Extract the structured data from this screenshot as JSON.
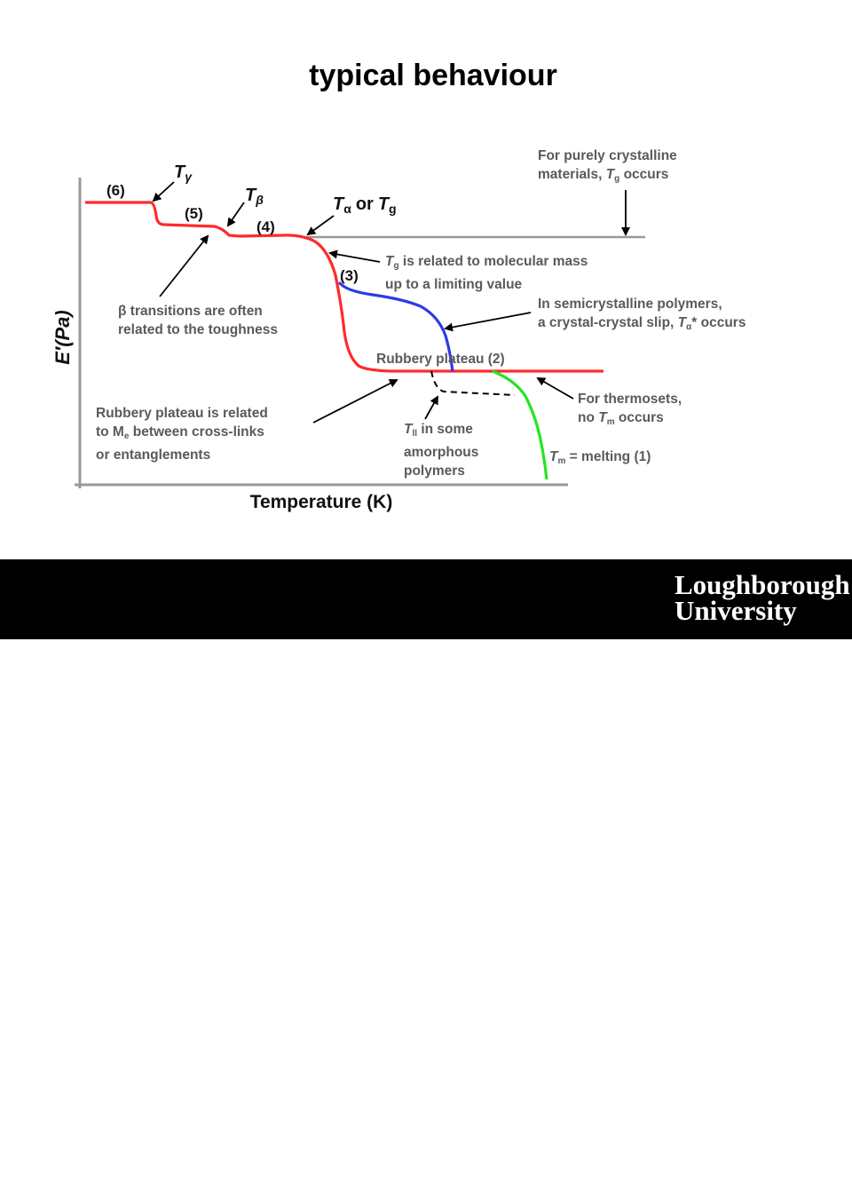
{
  "title": "typical behaviour",
  "axes": {
    "ylabel": "E′(Pa)",
    "xlabel": "Temperature (K)"
  },
  "figure_labels": {
    "t_gamma": "γ",
    "t_beta": "β",
    "t_alpha_or_tg": "or",
    "region_6": "(6)",
    "region_5": "(5)",
    "region_4": "(4)",
    "region_3": "(3)"
  },
  "annotations": {
    "crystalline_1": "For purely crystalline",
    "crystalline_2": "materials, ",
    "crystalline_3": " occurs",
    "tg_mass_1": " is related to molecular mass",
    "tg_mass_2": "up to a limiting value",
    "semicryst_1": "In semicrystalline polymers,",
    "semicryst_2": "a crystal-crystal slip, ",
    "semicryst_3": "* occurs",
    "beta_1": "transitions are often",
    "beta_2": "related to the toughness",
    "plateau_label": "Rubbery  plateau (2)",
    "plateau_me_1": "Rubbery plateau is related",
    "plateau_me_2": "to M",
    "plateau_me_3": " between cross-links",
    "plateau_me_4": "or entanglements",
    "thermosets_1": "For thermosets,",
    "thermosets_2": "no ",
    "thermosets_3": " occurs",
    "tll_1": " in some",
    "tll_2": "amorphous",
    "tll_3": "polymers",
    "tm_label": " = melting (1)"
  },
  "symbols": {
    "T": "T",
    "sub_g": "g",
    "sub_m": "m",
    "sub_e": "e",
    "sub_ll": "ll",
    "alpha": "α",
    "beta": "β"
  },
  "logo": {
    "line1": "Loughborough",
    "line2": "University"
  },
  "colors": {
    "red": "#ff2a2a",
    "blue": "#2d3ae6",
    "green": "#22e622",
    "gray_text": "#5a5a5a",
    "footer": "#000000"
  }
}
